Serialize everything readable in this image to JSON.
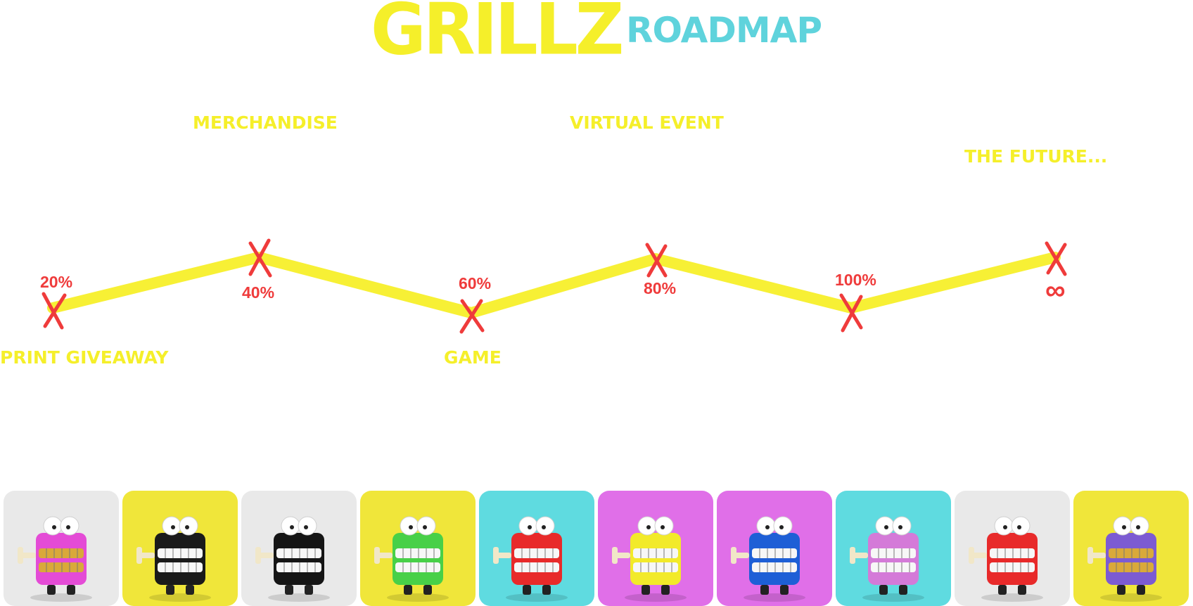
{
  "header": {
    "title_main": "GRILLZ",
    "title_sub": "ROADMAP"
  },
  "milestones": [
    {
      "label": "PRINT GIVEAWAY",
      "percent": "20%"
    },
    {
      "label": "MERCHANDISE",
      "percent": "40%"
    },
    {
      "label": "GAME",
      "percent": "60%"
    },
    {
      "label": "VIRTUAL EVENT",
      "percent": "80%"
    },
    {
      "label": "",
      "percent": "100%"
    },
    {
      "label": "THE FUTURE...",
      "percent": "∞"
    }
  ],
  "colors": {
    "title_yellow": "#f5ef2a",
    "title_teal": "#5fd3dc",
    "line_yellow": "#f7f035",
    "marker_red": "#ef3b3b"
  },
  "gallery": [
    {
      "bg": "#e9e9e9",
      "body": "#e44bd6",
      "teeth": "gold",
      "icon": "pink-grillz-character-icon"
    },
    {
      "bg": "#f0e63a",
      "body": "#1a1a1a",
      "teeth": "white",
      "icon": "zebra-grillz-character-icon"
    },
    {
      "bg": "#e9e9e9",
      "body": "#151515",
      "teeth": "white",
      "icon": "black-grillz-character-icon"
    },
    {
      "bg": "#f0e63a",
      "body": "#48d048",
      "teeth": "white",
      "icon": "brain-grillz-character-icon"
    },
    {
      "bg": "#5fdbe0",
      "body": "#e82a2a",
      "teeth": "white",
      "icon": "star-glasses-grillz-character-icon"
    },
    {
      "bg": "#e06fe8",
      "body": "#f2ea2a",
      "teeth": "white",
      "icon": "cigarette-grillz-character-icon"
    },
    {
      "bg": "#e06fe8",
      "body": "#1e5fd6",
      "teeth": "white",
      "icon": "halo-grillz-character-icon"
    },
    {
      "bg": "#5fdbe0",
      "body": "#d47ad8",
      "teeth": "white",
      "icon": "visor-grillz-character-icon"
    },
    {
      "bg": "#e9e9e9",
      "body": "#e82a2a",
      "teeth": "white",
      "icon": "pacifier-grillz-character-icon"
    },
    {
      "bg": "#f0e63a",
      "body": "#7c5bd2",
      "teeth": "gold",
      "icon": "purple-grillz-character-icon"
    }
  ]
}
